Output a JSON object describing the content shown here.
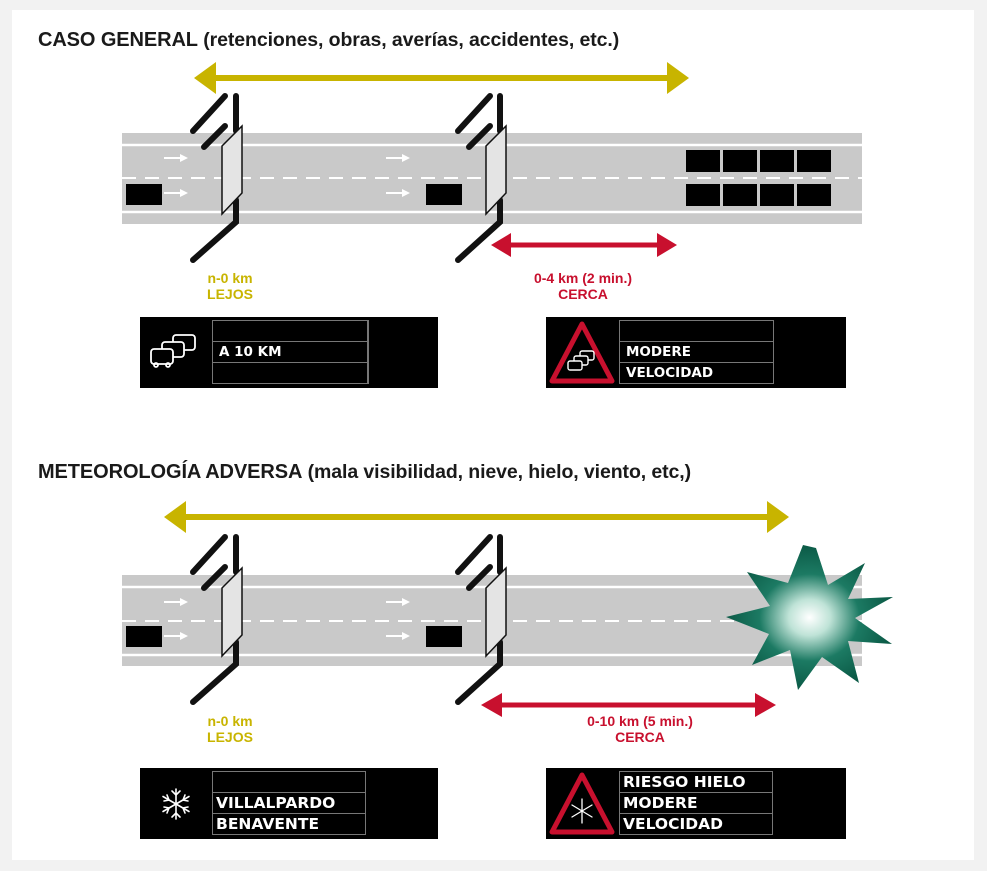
{
  "colors": {
    "far": "#c8b400",
    "near": "#c8102e",
    "road": "#c9c9c9",
    "sign_bg": "#000000",
    "burst": "#0f6b55"
  },
  "sections": [
    {
      "heading_lead": "CASO GENERAL",
      "heading_rest": "(retenciones, obras, averías, accidentes, etc.)",
      "far_distance": "n-0 km",
      "far_word": "LEJOS",
      "near_distance": "0-4 km (2 min.)",
      "near_word": "CERCA",
      "far_sign": {
        "icon": "traffic-jam-icon",
        "lines": [
          "",
          "A 10 KM",
          ""
        ]
      },
      "near_sign": {
        "icon": "warning-triangle-traffic-icon",
        "lines": [
          "",
          "MODERE",
          "VELOCIDAD"
        ]
      }
    },
    {
      "heading_lead": "METEOROLOGÍA ADVERSA",
      "heading_rest": "(mala visibilidad, nieve, hielo, viento, etc,)",
      "far_distance": "n-0 km",
      "far_word": "LEJOS",
      "near_distance": "0-10 km (5 min.)",
      "near_word": "CERCA",
      "far_sign": {
        "icon": "snowflake-icon",
        "lines": [
          "",
          "VILLALPARDO",
          "BENAVENTE"
        ]
      },
      "near_sign": {
        "icon": "warning-triangle-snowflake-icon",
        "lines": [
          "RIESGO HIELO",
          "MODERE",
          "VELOCIDAD"
        ]
      }
    }
  ]
}
